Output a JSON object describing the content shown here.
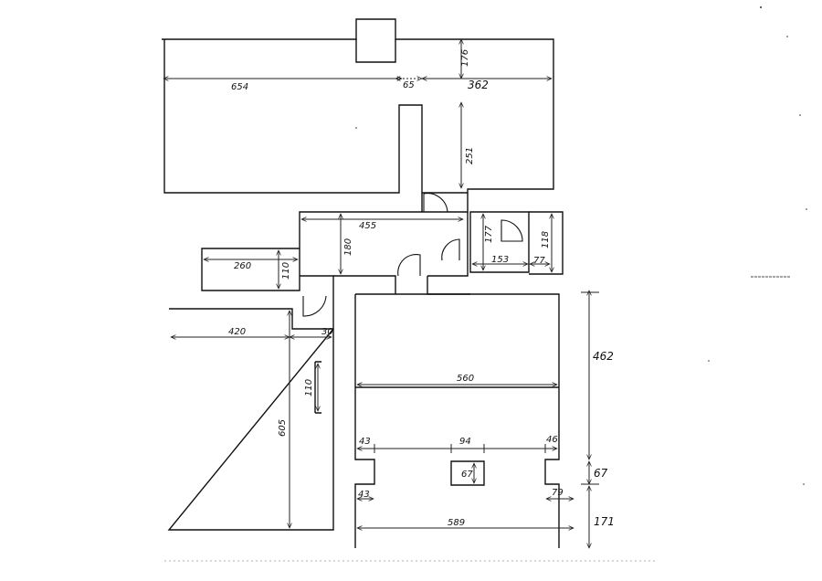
{
  "plan": {
    "dimensions": {
      "d654": "654",
      "d65": "65",
      "d176": "176",
      "d362": "362",
      "d251": "251",
      "d455": "455",
      "d180": "180",
      "d177": "177",
      "d118": "118",
      "d153": "153",
      "d77": "77",
      "d260": "260",
      "d110a": "110",
      "d420": "420",
      "d30": "30",
      "d110b": "110",
      "d605": "605",
      "d560": "560",
      "d462": "462",
      "d43a": "43",
      "d94": "94",
      "d46": "46",
      "d67a": "67",
      "d67b": "67",
      "d43b": "43",
      "d79": "79",
      "d589": "589",
      "d171": "171"
    }
  }
}
